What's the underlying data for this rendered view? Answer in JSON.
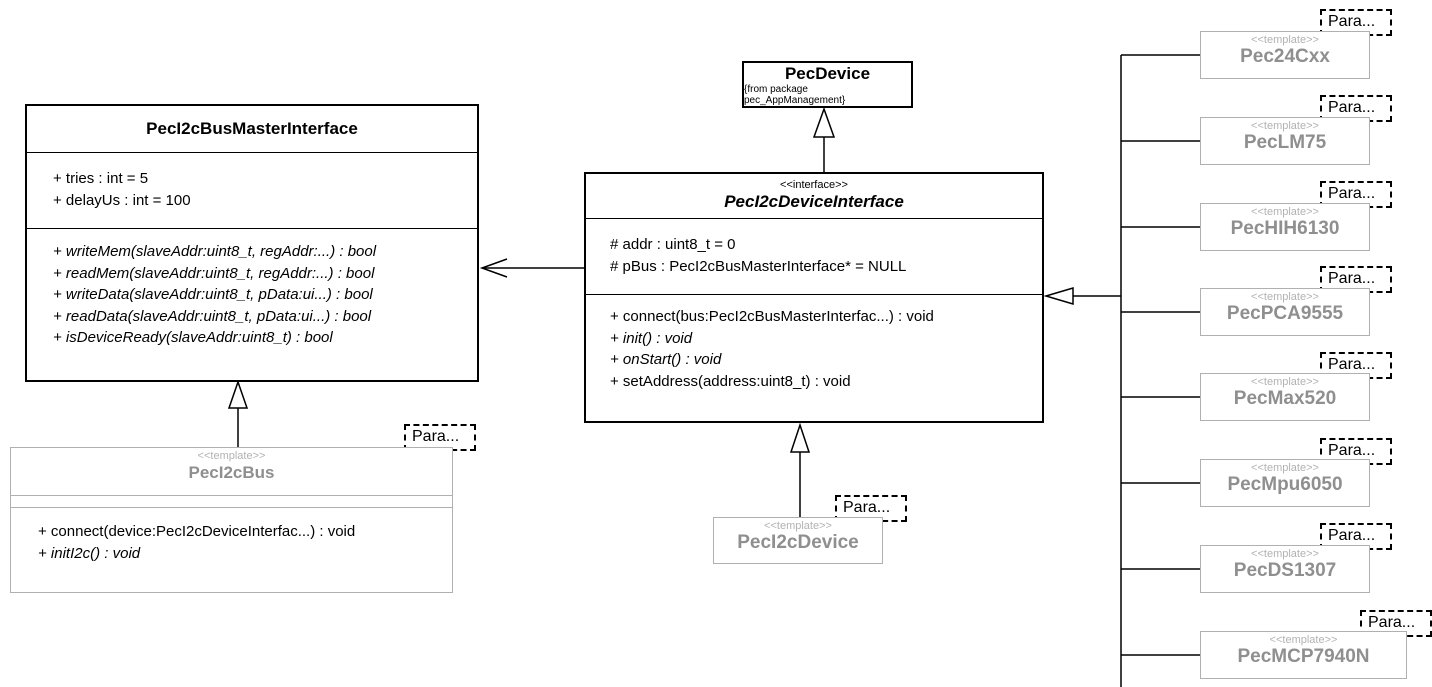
{
  "bus_master": {
    "name": "PecI2cBusMasterInterface",
    "attributes": [
      "+ tries : int = 5",
      "+ delayUs : int = 100"
    ],
    "methods": [
      "+ writeMem(slaveAddr:uint8_t, regAddr:...) : bool",
      "+ readMem(slaveAddr:uint8_t, regAddr:...) : bool",
      "+ writeData(slaveAddr:uint8_t, pData:ui...) : bool",
      "+ readData(slaveAddr:uint8_t, pData:ui...) : bool",
      "+ isDeviceReady(slaveAddr:uint8_t) : bool"
    ]
  },
  "pec_device": {
    "name": "PecDevice",
    "subtitle": "{from package pec_AppManagement}"
  },
  "device_interface": {
    "stereotype": "<<interface>>",
    "name": "PecI2cDeviceInterface",
    "attributes": [
      "# addr : uint8_t = 0",
      "# pBus : PecI2cBusMasterInterface* = NULL"
    ],
    "methods": [
      "+ connect(bus:PecI2cBusMasterInterfac...) : void",
      "+ init() : void",
      "+ onStart() : void",
      "+ setAddress(address:uint8_t) : void"
    ]
  },
  "i2c_bus": {
    "stereotype": "<<template>>",
    "name": "PecI2cBus",
    "methods": [
      "+ connect(device:PecI2cDeviceInterfac...) : void",
      "+ initI2c() : void"
    ],
    "param_label": "Para..."
  },
  "i2c_device": {
    "stereotype": "<<template>>",
    "name": "PecI2cDevice",
    "param_label": "Para..."
  },
  "right_templates": [
    {
      "stereotype": "<<template>>",
      "name": "Pec24Cxx",
      "param_label": "Para..."
    },
    {
      "stereotype": "<<template>>",
      "name": "PecLM75",
      "param_label": "Para..."
    },
    {
      "stereotype": "<<template>>",
      "name": "PecHIH6130",
      "param_label": "Para..."
    },
    {
      "stereotype": "<<template>>",
      "name": "PecPCA9555",
      "param_label": "Para..."
    },
    {
      "stereotype": "<<template>>",
      "name": "PecMax520",
      "param_label": "Para..."
    },
    {
      "stereotype": "<<template>>",
      "name": "PecMpu6050",
      "param_label": "Para..."
    },
    {
      "stereotype": "<<template>>",
      "name": "PecDS1307",
      "param_label": "Para..."
    },
    {
      "stereotype": "<<template>>",
      "name": "PecMCP7940N",
      "param_label": "Para..."
    }
  ],
  "colors": {
    "line": "#000000",
    "template_text": "#8f8f8f",
    "template_border": "#b0b0b0",
    "background": "#ffffff"
  }
}
